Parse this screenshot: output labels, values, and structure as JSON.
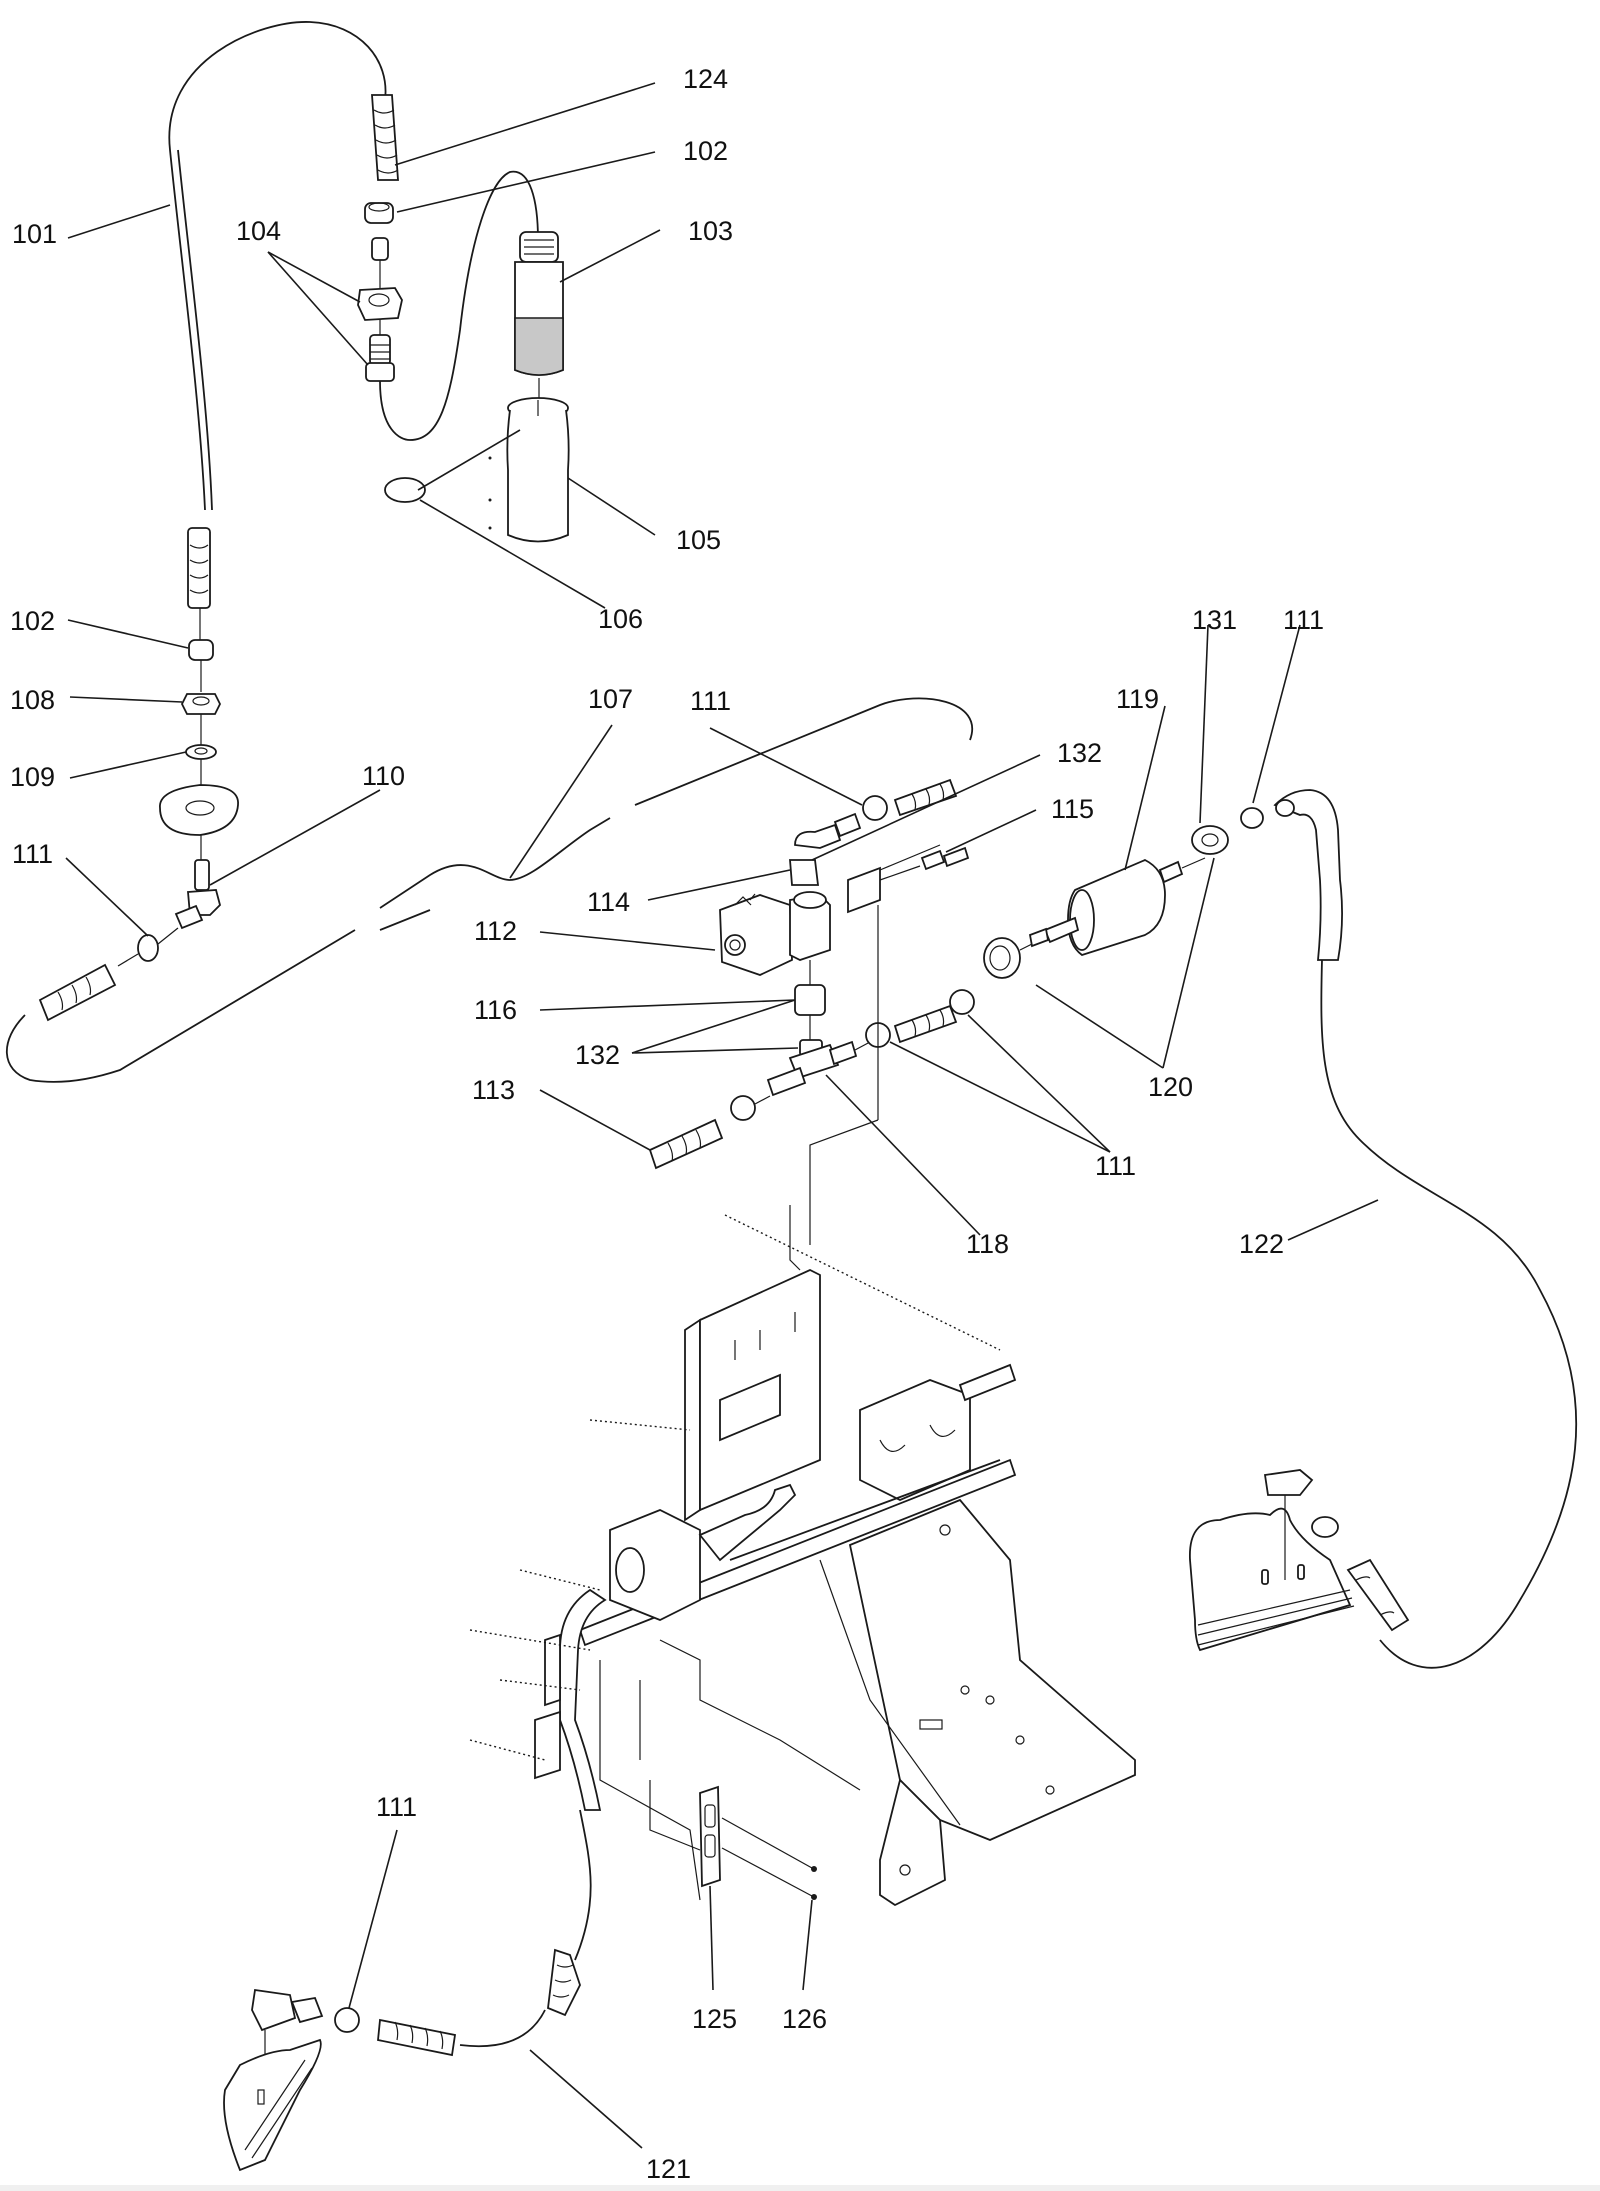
{
  "diagram": {
    "type": "exploded parts diagram",
    "subject": "fluid line / tubing assembly with solenoid valve, filter and frame",
    "background_color": "#ffffff",
    "line_color": "#1a1a1a",
    "shade_color": "#c8c8c8",
    "callouts": [
      {
        "id": "c124",
        "label": "124"
      },
      {
        "id": "c102a",
        "label": "102"
      },
      {
        "id": "c103",
        "label": "103"
      },
      {
        "id": "c101",
        "label": "101"
      },
      {
        "id": "c104",
        "label": "104"
      },
      {
        "id": "c105",
        "label": "105"
      },
      {
        "id": "c106",
        "label": "106"
      },
      {
        "id": "c102b",
        "label": "102"
      },
      {
        "id": "c108",
        "label": "108"
      },
      {
        "id": "c109",
        "label": "109"
      },
      {
        "id": "c110",
        "label": "110"
      },
      {
        "id": "c111a",
        "label": "111"
      },
      {
        "id": "c107",
        "label": "107"
      },
      {
        "id": "c111b",
        "label": "111"
      },
      {
        "id": "c132a",
        "label": "132"
      },
      {
        "id": "c115",
        "label": "115"
      },
      {
        "id": "c114",
        "label": "114"
      },
      {
        "id": "c112",
        "label": "112"
      },
      {
        "id": "c116",
        "label": "116"
      },
      {
        "id": "c132b",
        "label": "132"
      },
      {
        "id": "c113",
        "label": "113"
      },
      {
        "id": "c119",
        "label": "119"
      },
      {
        "id": "c131",
        "label": "131"
      },
      {
        "id": "c111c",
        "label": "111"
      },
      {
        "id": "c120",
        "label": "120"
      },
      {
        "id": "c111d",
        "label": "111"
      },
      {
        "id": "c118",
        "label": "118"
      },
      {
        "id": "c122",
        "label": "122"
      },
      {
        "id": "c111e",
        "label": "111"
      },
      {
        "id": "c125",
        "label": "125"
      },
      {
        "id": "c126",
        "label": "126"
      },
      {
        "id": "c121",
        "label": "121"
      }
    ]
  }
}
